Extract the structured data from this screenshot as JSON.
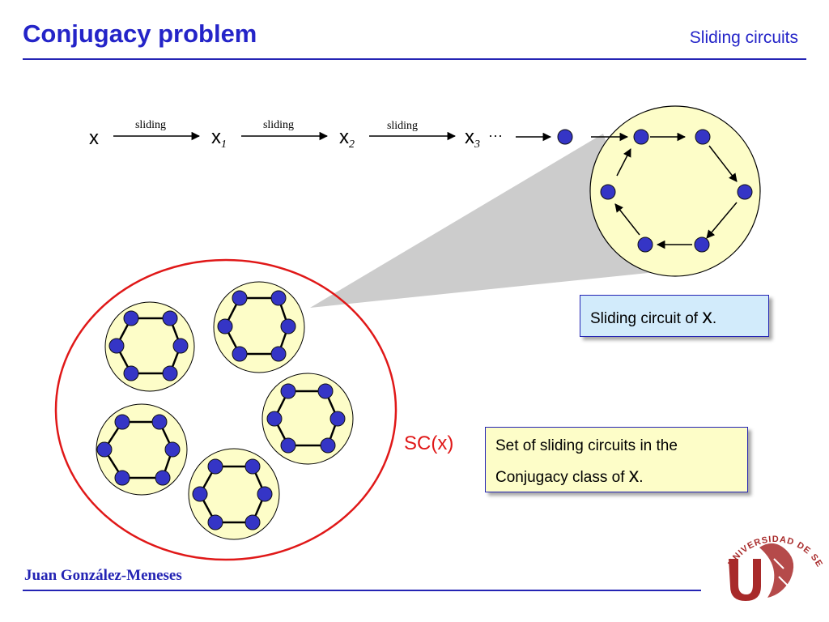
{
  "header": {
    "title": "Conjugacy problem",
    "section": "Sliding circuits"
  },
  "chain": {
    "x0": "x",
    "x1_base": "x",
    "x1_sub": "1",
    "x2_base": "x",
    "x2_sub": "2",
    "x3_base": "x",
    "x3_sub": "3",
    "ellipsis": "···",
    "arrow_label_1": "sliding",
    "arrow_label_2": "sliding",
    "arrow_label_3": "sliding"
  },
  "callouts": {
    "circuit_text": "Sliding circuit of ",
    "circuit_var": "x",
    "circuit_end": ".",
    "set_line1": "Set of sliding circuits in the",
    "set_line2_text": "Conjugacy class of ",
    "set_var": "x",
    "set_end": ".",
    "sc_label": "SC(x)"
  },
  "footer": {
    "author": "Juan González-Meneses",
    "logo_text": "UNIVERSIDAD DE SEVILLA"
  },
  "colors": {
    "title_blue": "#2424c8",
    "node_blue": "#3535c6",
    "circle_fill": "#fdfdc8",
    "set_border_red": "#e01818",
    "callout_blue": "#d2ebfb",
    "callout_yellow": "#fdfdc8",
    "logo_red": "#a82a2a"
  }
}
